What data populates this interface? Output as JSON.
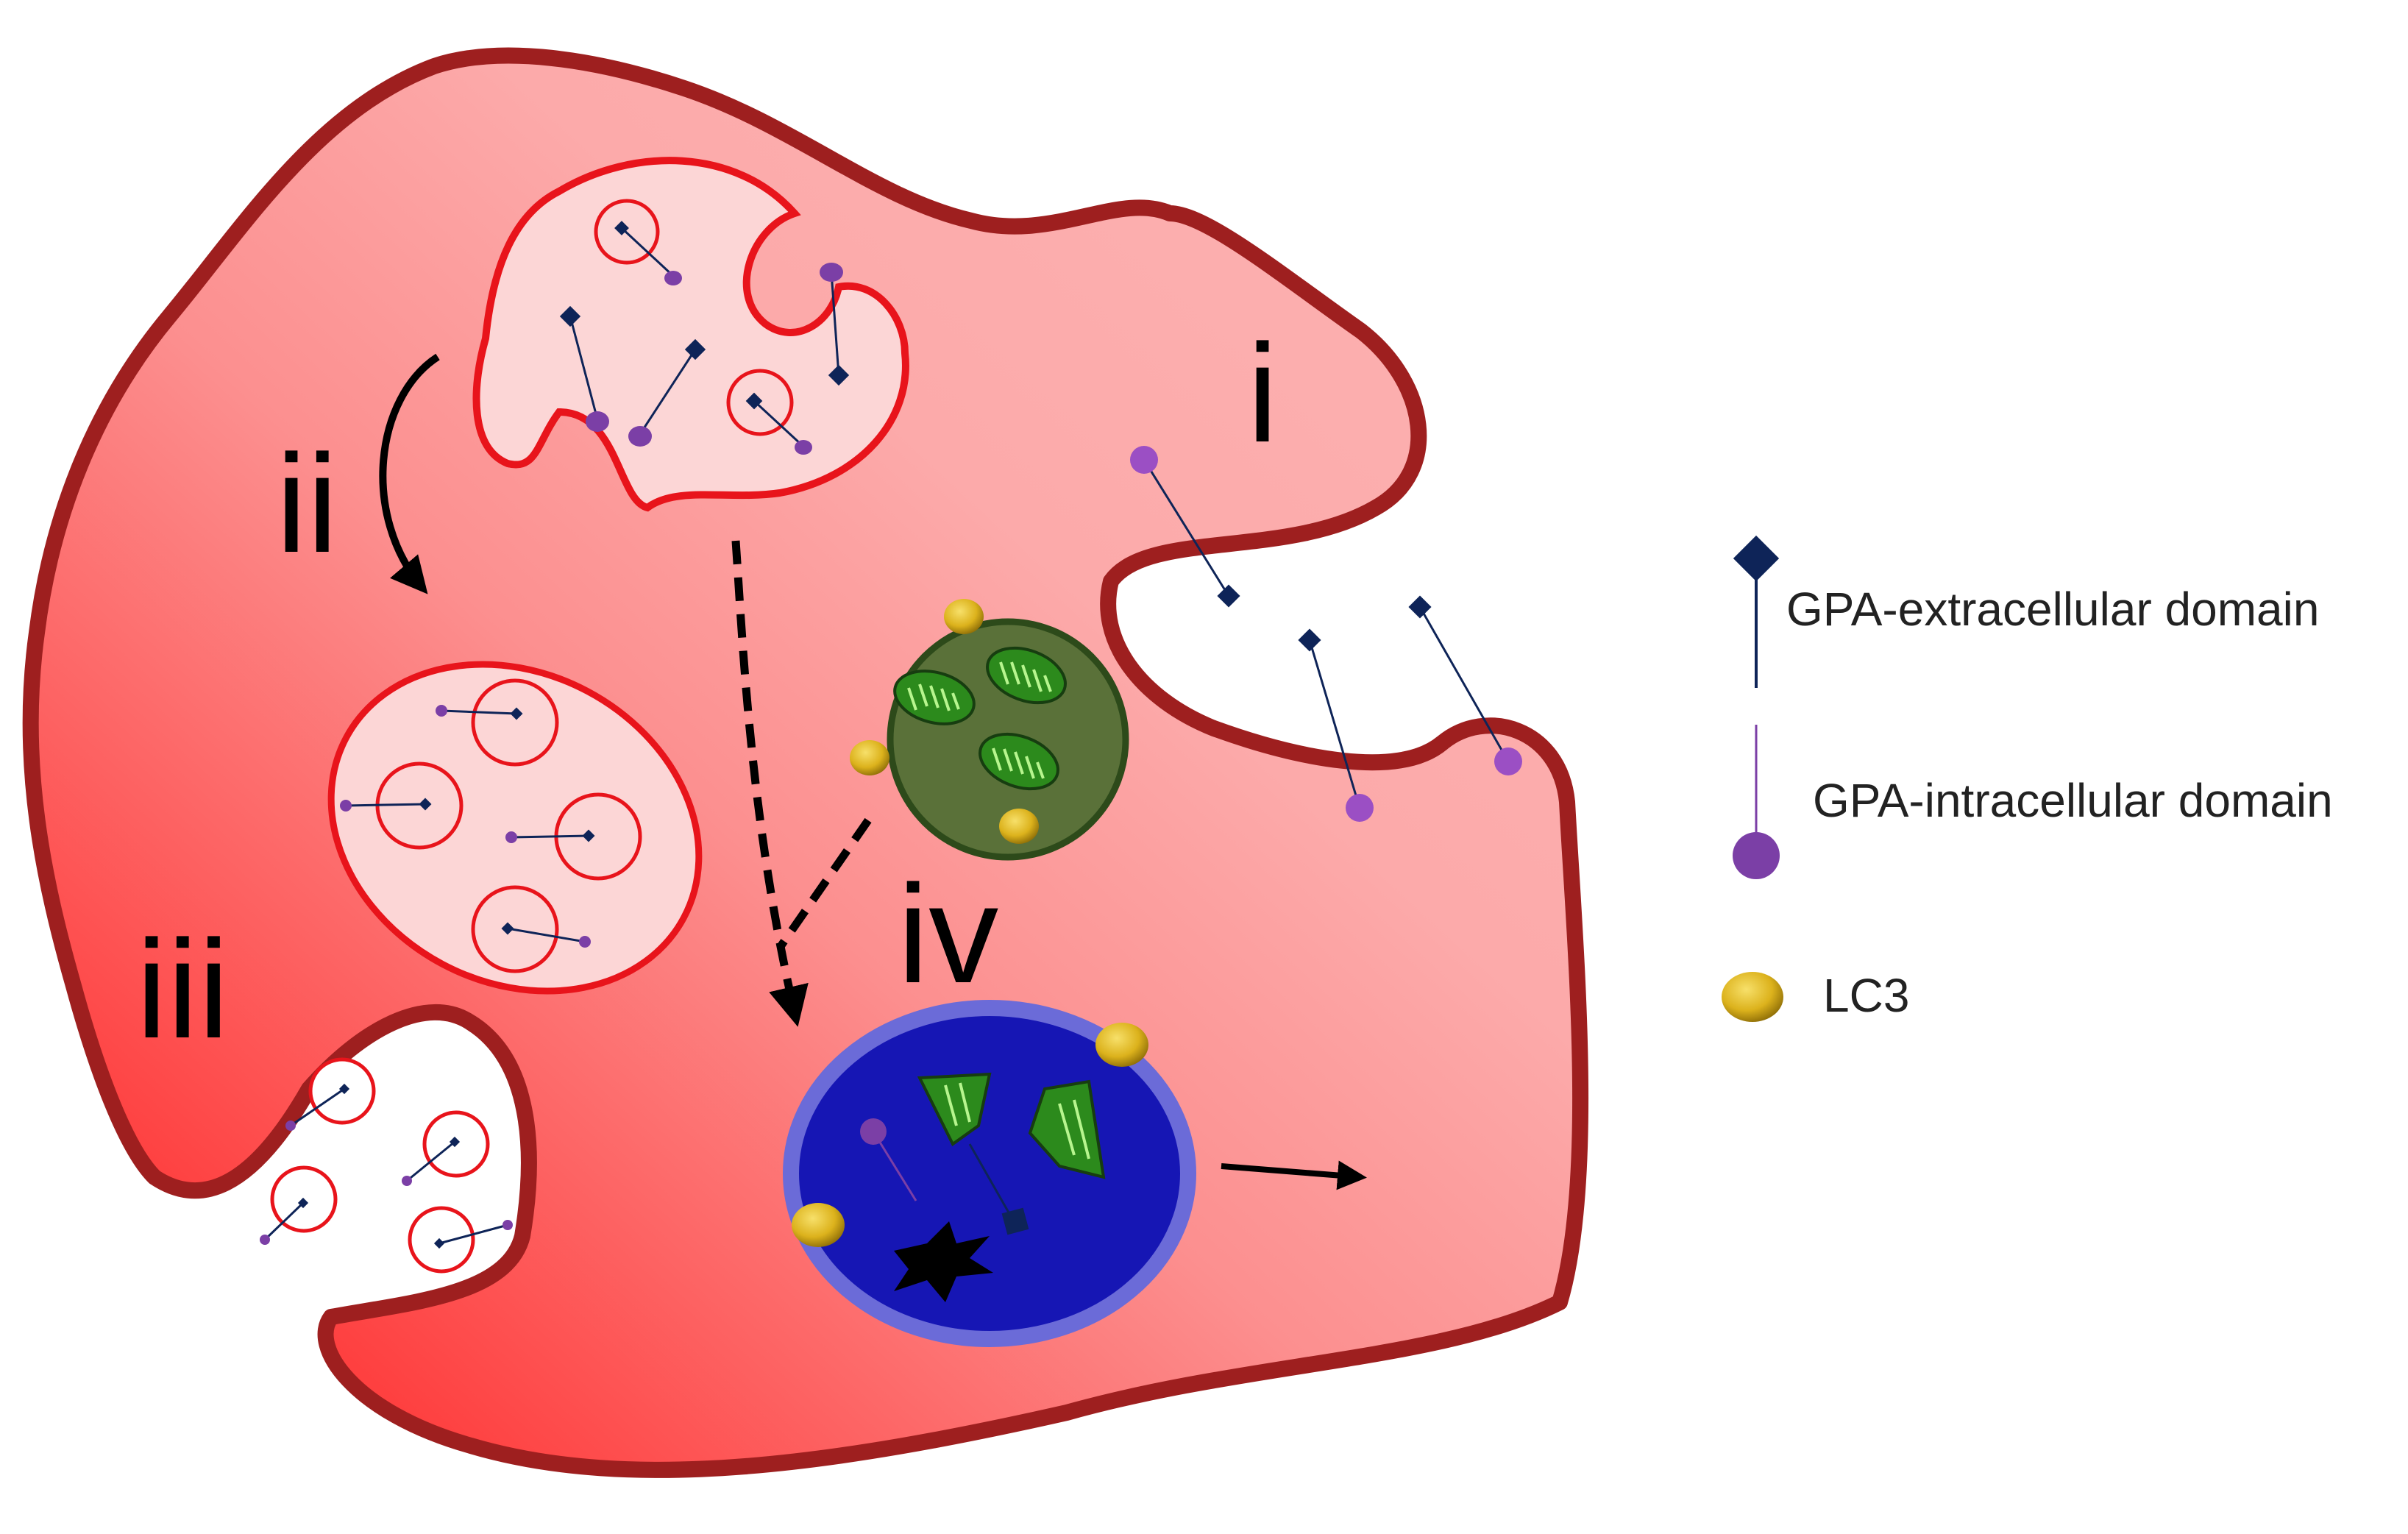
{
  "labels": {
    "i": "i",
    "ii": "ii",
    "iii": "iii",
    "iv": "iv"
  },
  "legend": {
    "extracellular": "GPA-extracellular domain",
    "intracellular": "GPA-intracellular domain",
    "lc3": "LC3"
  },
  "colors": {
    "cell_outline": "#9e1f1f",
    "cell_fill_light": "#fbb3b3",
    "cell_fill_dark": "#ff2a2a",
    "vesicle_outline": "#e8141b",
    "vesicle_fill": "#fcd6d6",
    "gpa_extracellular": "#0e2458",
    "gpa_intracellular": "#7b3fa6",
    "lc3": "#d8b21e",
    "autophagosome_fill": "#5a7139",
    "autophagosome_outline": "#2d4a1a",
    "lysosome_fill": "#1616b4",
    "lysosome_outline": "#6b6bd8",
    "mitochondria": "#2c8a1c"
  }
}
